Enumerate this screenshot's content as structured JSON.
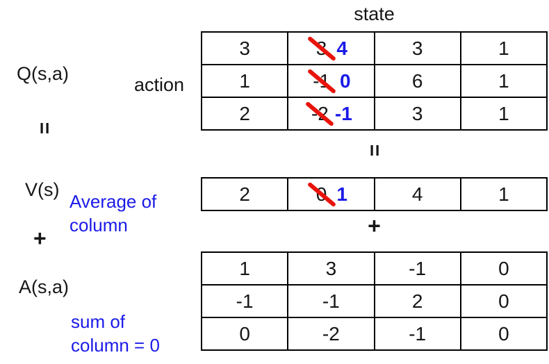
{
  "colors": {
    "strike_red": "#e8140c",
    "replacement_blue": "#1a1ae8",
    "text": "#161616",
    "table_border": "#000000",
    "background": "#ffffff"
  },
  "labels": {
    "state_axis": "state",
    "action_axis": "action",
    "q_function": "Q(s,a)",
    "v_function": "V(s)",
    "a_function": "A(s,a)",
    "equals_left": "=",
    "equals_mid": "=",
    "plus_left": "+",
    "plus_mid": "+"
  },
  "annotations": {
    "value_note": {
      "line1": "Average of",
      "line2": "column"
    },
    "advantage_note": {
      "line1": "sum of",
      "line2": "column = 0"
    }
  },
  "q_table": {
    "rows": [
      [
        "3",
        {
          "old": "3",
          "new": "4"
        },
        "3",
        "1"
      ],
      [
        "1",
        {
          "old": "-1",
          "new": "0"
        },
        "6",
        "1"
      ],
      [
        "2",
        {
          "old": "-2",
          "new": "-1"
        },
        "3",
        "1"
      ]
    ]
  },
  "v_table": {
    "rows": [
      [
        "2",
        {
          "old": "0",
          "new": "1"
        },
        "4",
        "1"
      ]
    ]
  },
  "a_table": {
    "rows": [
      [
        "1",
        "3",
        "-1",
        "0"
      ],
      [
        "-1",
        "-1",
        "2",
        "0"
      ],
      [
        "0",
        "-2",
        "-1",
        "0"
      ]
    ]
  }
}
